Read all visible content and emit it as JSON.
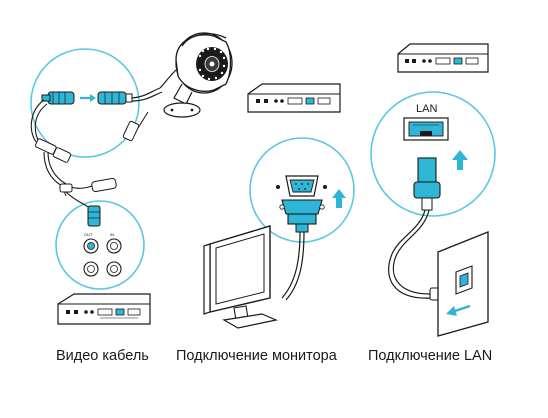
{
  "captions": {
    "video": "Видео кабель",
    "monitor": "Подключение монитора",
    "lan": "Подключение LAN"
  },
  "lan_panel": {
    "label": "LAN"
  },
  "colors": {
    "accent": "#2fb6d6",
    "line": "#2a2a2a",
    "circle": "#5cc7e2"
  },
  "icons": [
    "camera-icon",
    "dvr-icon",
    "monitor-icon",
    "wall-socket-icon",
    "arrow-up-icon",
    "arrow-right-icon",
    "arrow-left-icon"
  ]
}
